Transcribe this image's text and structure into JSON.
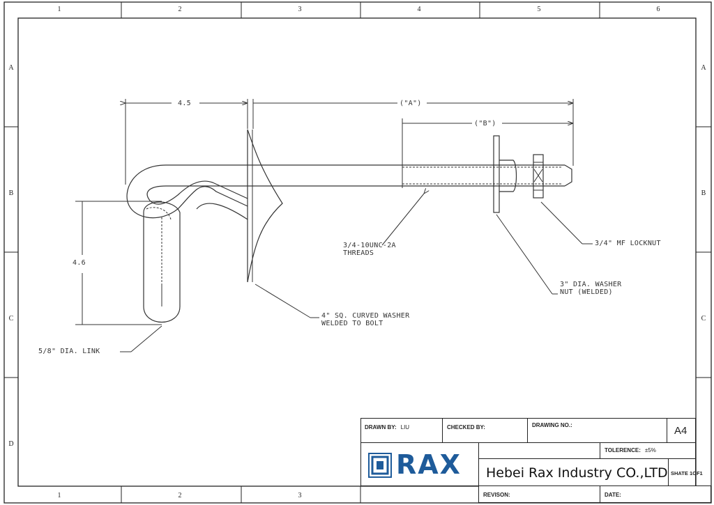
{
  "sheet": {
    "column_zones": [
      "1",
      "2",
      "3",
      "4",
      "5",
      "6"
    ],
    "row_zones": [
      "A",
      "B",
      "C",
      "D"
    ]
  },
  "drawing": {
    "dimensions": {
      "hook_length": "4.5",
      "link_height": "4.6",
      "overall_A": "(\"A\")",
      "thread_B": "(\"B\")"
    },
    "callouts": {
      "threads": "3/4-10UNC-2A\nTHREADS",
      "locknut": "3/4\" MF LOCKNUT",
      "washer_nut": "3\" DIA. WASHER\nNUT (WELDED)",
      "curved_washer": "4\" SQ. CURVED WASHER\nWELDED TO BOLT",
      "link": "5/8\" DIA. LINK"
    }
  },
  "title_block": {
    "drawn_by_label": "DRAWN BY:",
    "drawn_by_value": "LIU",
    "checked_by_label": "CHECKED BY:",
    "checked_by_value": "",
    "drawing_no_label": "DRAWING NO.:",
    "drawing_no_value": "",
    "size": "A4",
    "tolerance_label": "TOLERENCE:",
    "tolerance_value": "±5%",
    "logo_text": "RAX",
    "company": "Hebei Rax Industry CO.,LTD",
    "sheet": "SHATE 1OF1",
    "revision_label": "REVISON:",
    "date_label": "DATE:",
    "colors": {
      "logo_blue": "#1e5b9a",
      "line": "#222222"
    }
  }
}
